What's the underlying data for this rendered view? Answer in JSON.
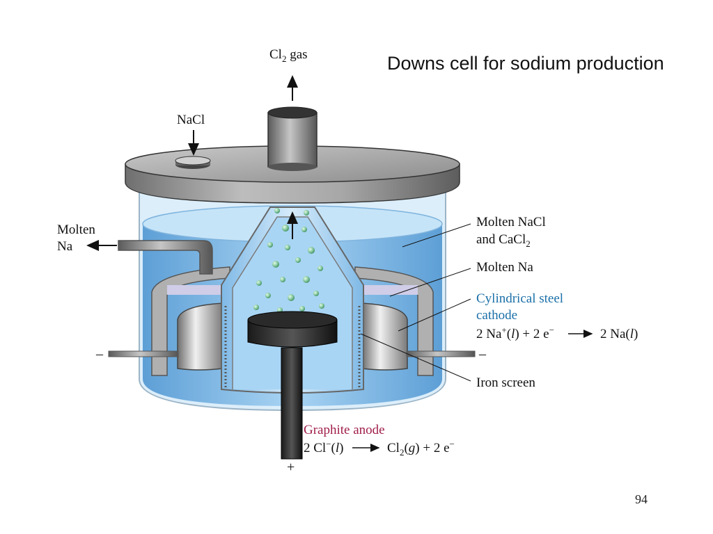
{
  "slide": {
    "title": "Downs cell for sodium production",
    "page_number": "94"
  },
  "labels": {
    "cl2_gas": {
      "main": "Cl",
      "sub": "2",
      "rest": " gas"
    },
    "nacl": "NaCl",
    "molten_na_outlet": {
      "line1": "Molten",
      "line2": "Na"
    },
    "molten_nacl": {
      "line1": "Molten NaCl",
      "line2_main": "and CaCl",
      "line2_sub": "2"
    },
    "molten_na": "Molten Na",
    "cathode": {
      "line1": "Cylindrical steel",
      "line2": "cathode",
      "equation": {
        "left_a": "2 Na",
        "left_sup": "+",
        "left_b": "(",
        "left_italic": "l",
        "left_c": ") + 2 e",
        "left_sup2": "−",
        "right_a": "2 Na(",
        "right_italic": "l",
        "right_b": ")"
      }
    },
    "iron_screen": "Iron screen",
    "anode": {
      "title": "Graphite anode",
      "equation": {
        "left_a": "2 Cl",
        "left_sup": "−",
        "left_b": "(",
        "left_italic": "l",
        "left_c": ")",
        "right_a": "Cl",
        "right_sub": "2",
        "right_b": "(",
        "right_italic": "g",
        "right_c": ") + 2 e",
        "right_sup": "−"
      }
    },
    "cathode_terminal_left": "–",
    "cathode_terminal_right": "–",
    "anode_terminal": "+"
  },
  "colors": {
    "cathode_label": "#1a6fa8",
    "anode_label": "#a01e4a",
    "electrolyte": "#8fc3ea",
    "metal_gray": "#9a9a9a"
  }
}
